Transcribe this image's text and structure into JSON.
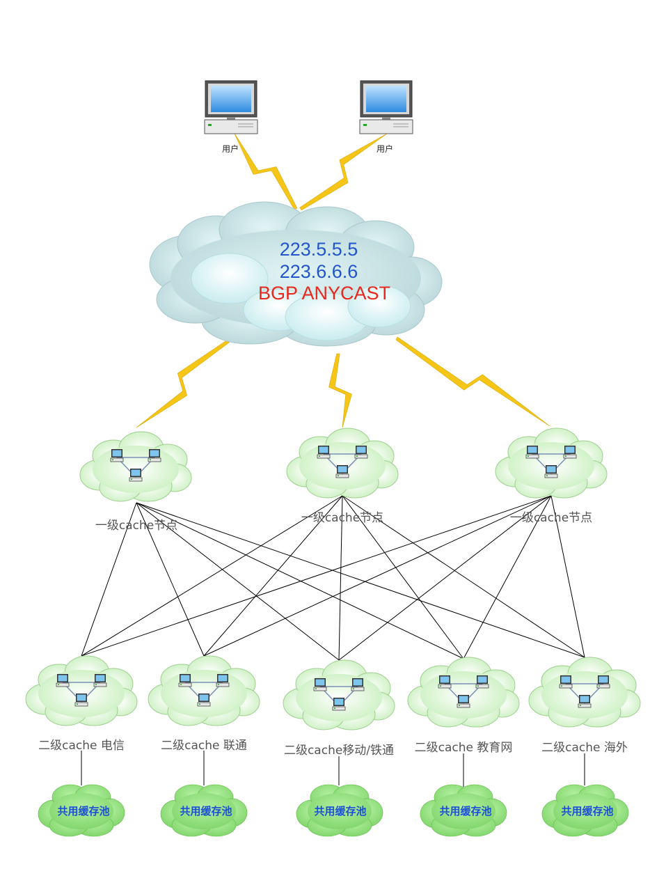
{
  "users": [
    {
      "label": "用户"
    },
    {
      "label": "用户"
    }
  ],
  "anycast": {
    "ip1": "223.5.5.5",
    "ip2": "223.6.6.6",
    "label": "BGP  ANYCAST",
    "ip_color": "#2255cc",
    "label_color": "#e8281c"
  },
  "level1": [
    {
      "label": "一级cache节点"
    },
    {
      "label": "一级cache节点"
    },
    {
      "label": "一级cache节点"
    }
  ],
  "level2": [
    {
      "label": "二级cache 电信"
    },
    {
      "label": "二级cache 联通"
    },
    {
      "label": "二级cache移动/铁通"
    },
    {
      "label": "二级cache 教育网"
    },
    {
      "label": "二级cache 海外"
    }
  ],
  "pools": [
    {
      "label": "共用缓存池"
    },
    {
      "label": "共用缓存池"
    },
    {
      "label": "共用缓存池"
    },
    {
      "label": "共用缓存池"
    },
    {
      "label": "共用缓存池"
    }
  ],
  "colors": {
    "lightning": "#f5c518",
    "mesh_line": "#000000",
    "anycast_cloud": "#c6e3e6",
    "node_cloud": "#dff5d8",
    "pool_cloud": "#8ddc7a"
  }
}
